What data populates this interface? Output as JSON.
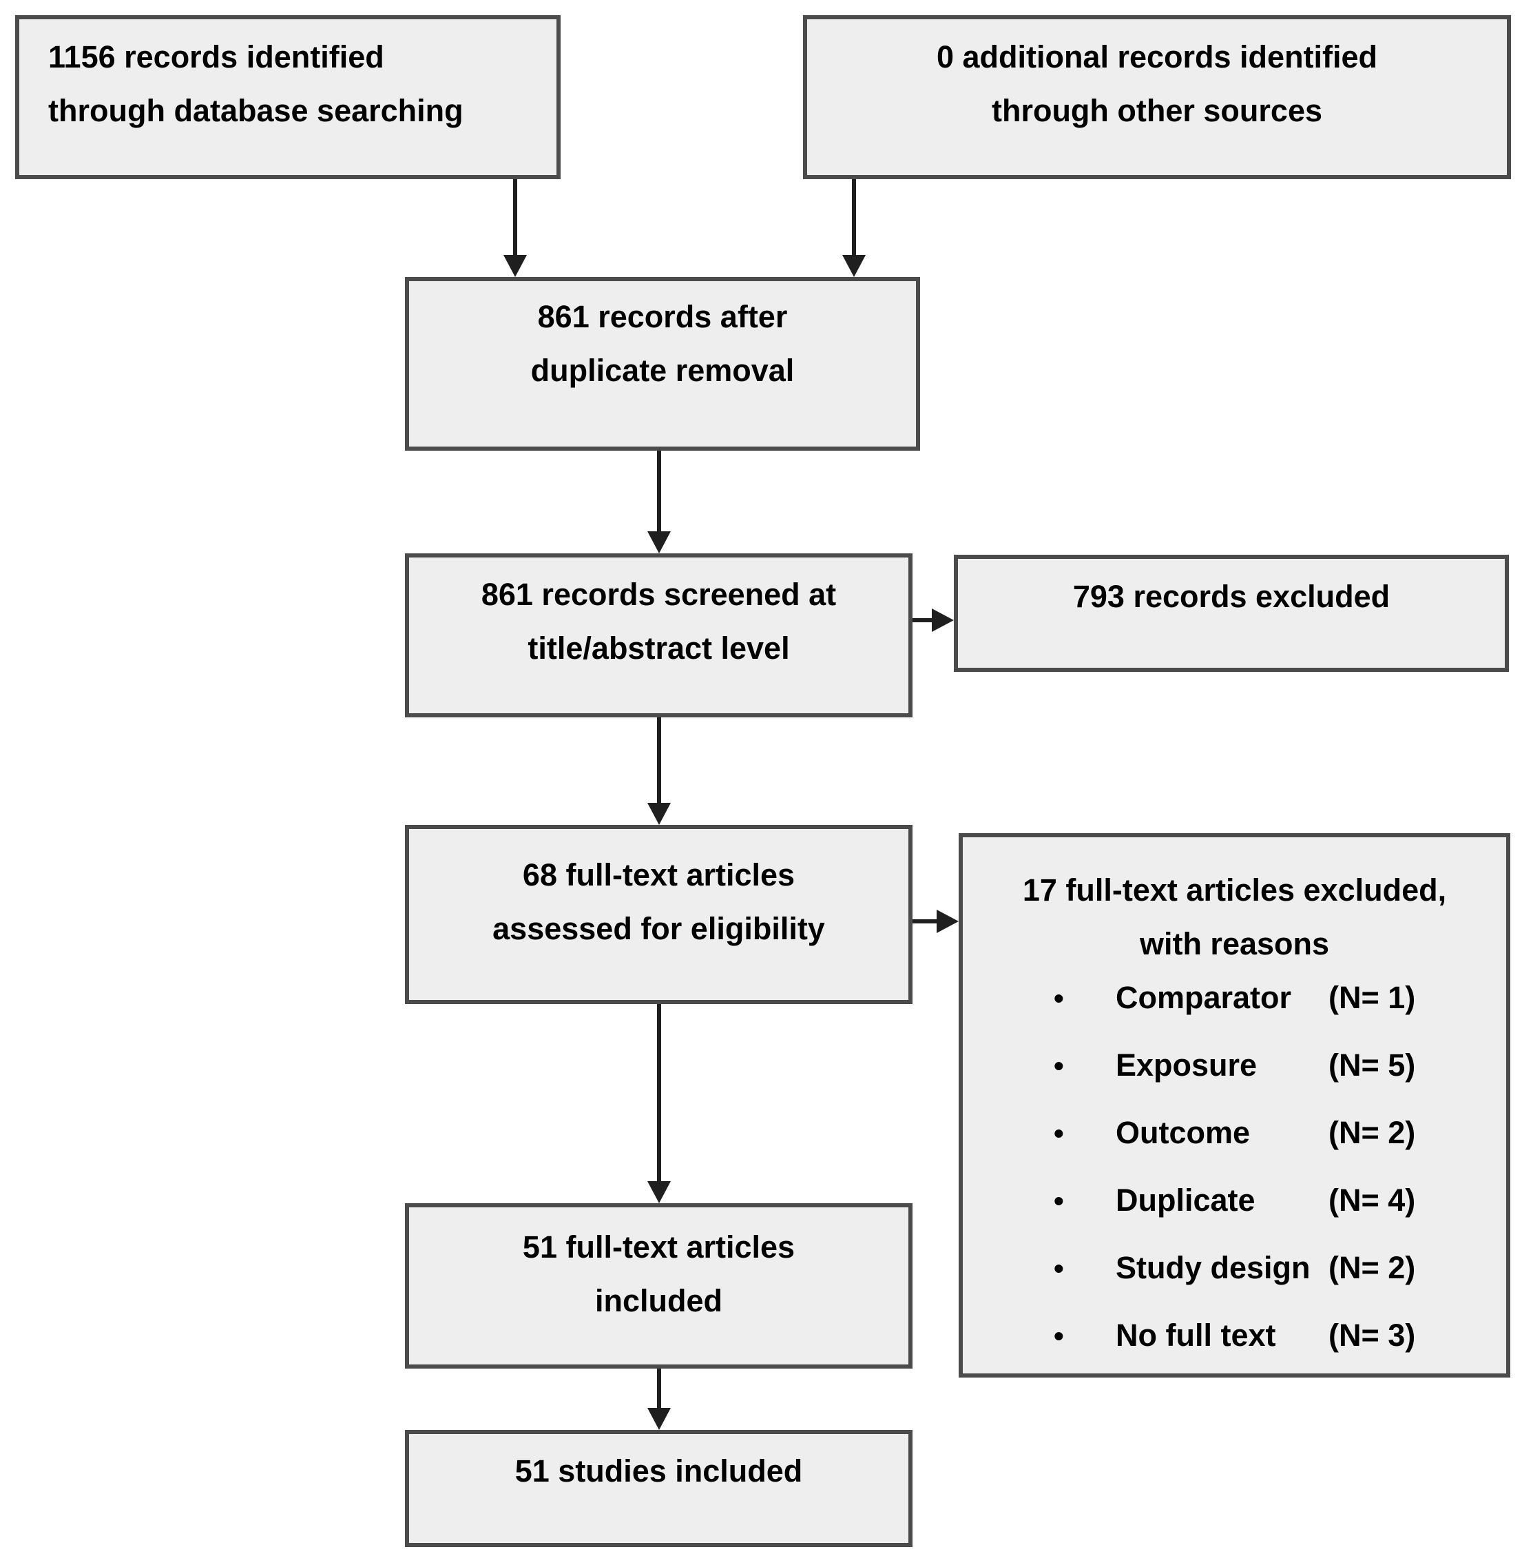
{
  "colors": {
    "box_fill": "#eeeeee",
    "box_border": "#4b4b4b",
    "arrow": "#1f1f1f",
    "text": "#000000"
  },
  "boxes": {
    "identified": {
      "lines": [
        "1156 records identified",
        "through database searching"
      ]
    },
    "additional": {
      "lines": [
        "0 additional records identified",
        "through other sources"
      ]
    },
    "dedup": {
      "lines": [
        "861 records after",
        "duplicate removal"
      ]
    },
    "screened": {
      "lines": [
        "861 records screened at",
        "title/abstract level"
      ]
    },
    "rec_excl": {
      "lines": [
        "793 records excluded"
      ]
    },
    "assessed": {
      "lines": [
        "68 full-text articles",
        "assessed for eligibility"
      ]
    },
    "ft_excl": {
      "header_lines": [
        "17 full-text articles excluded,",
        "with reasons"
      ],
      "bullet_glyph": "•",
      "reasons": [
        {
          "label": "Comparator",
          "count": "(N= 1)"
        },
        {
          "label": "Exposure",
          "count": "(N= 5)"
        },
        {
          "label": "Outcome",
          "count": "(N= 2)"
        },
        {
          "label": "Duplicate",
          "count": "(N= 4)"
        },
        {
          "label": "Study design",
          "count": "(N= 2)"
        },
        {
          "label": "No full text",
          "count": "(N= 3)"
        }
      ]
    },
    "ft_incl": {
      "lines": [
        "51 full-text articles",
        "included"
      ]
    },
    "studies": {
      "lines": [
        "51 studies included"
      ]
    }
  }
}
